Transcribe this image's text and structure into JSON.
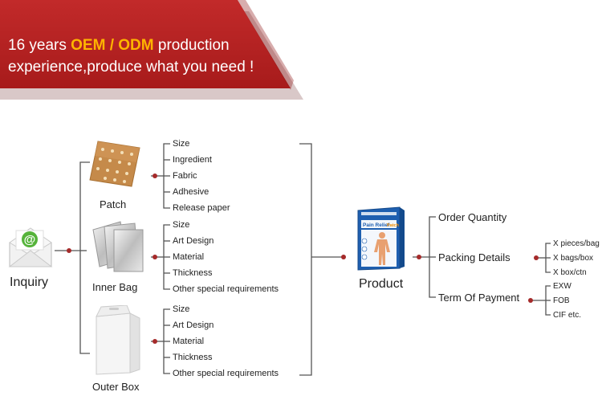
{
  "banner": {
    "prefix": "16 years ",
    "highlight": "OEM / ODM",
    "suffix": " production",
    "line2": "experience,produce what you need !"
  },
  "inquiry": {
    "label": "Inquiry",
    "icon": "envelope-at-icon"
  },
  "patch": {
    "label": "Patch",
    "items": [
      "Size",
      "Ingredient",
      "Fabric",
      "Adhesive",
      "Release paper"
    ]
  },
  "inner_bag": {
    "label": "Inner Bag",
    "items": [
      "Size",
      "Art Design",
      "Material",
      "Thickness",
      "Other special requirements"
    ]
  },
  "outer_box": {
    "label": "Outer Box",
    "items": [
      "Size",
      "Art Design",
      "Material",
      "Thickness",
      "Other special requirements"
    ]
  },
  "product": {
    "label": "Product",
    "box_title": "Pain Relief",
    "box_subtitle": "Patch"
  },
  "order_quantity": "Order Quantity",
  "packing_details": {
    "label": "Packing Details",
    "items": [
      "X pieces/bag",
      "X bags/box",
      "X box/ctn"
    ]
  },
  "term_of_payment": {
    "label": "Term Of Payment",
    "items": [
      "EXW",
      "FOB",
      "CIF etc."
    ]
  },
  "colors": {
    "banner": "#b22222",
    "highlight": "#ffb400",
    "dot": "#a52a2a",
    "line": "#555555"
  }
}
